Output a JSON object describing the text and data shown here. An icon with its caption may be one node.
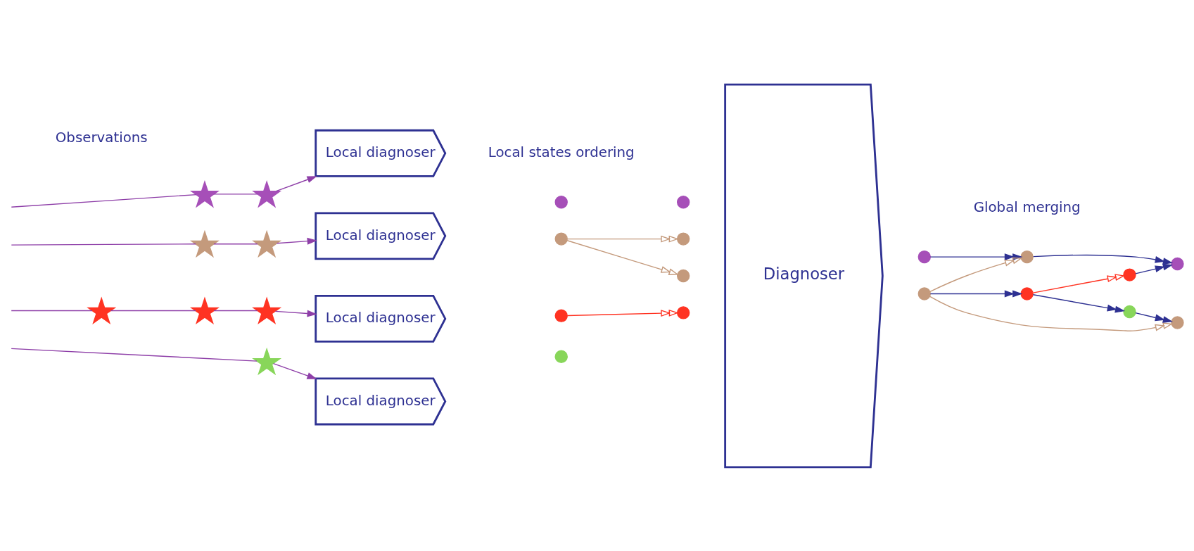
{
  "diagram": {
    "nodes": [
      {
        "text": [
          "Local diagnoser"
        ]
      },
      {
        "text": [
          "Local diagnoser"
        ]
      },
      {
        "text": [
          "Local diagnoser"
        ]
      },
      {
        "text": [
          "Local diagnoser"
        ]
      },
      {
        "text": [
          "Diagnoser"
        ]
      },
      {
        "text": [],
        "shape": "circle"
      },
      {
        "text": [],
        "shape": "circle"
      },
      {
        "text": [],
        "shape": "circle"
      },
      {
        "text": [],
        "shape": "circle"
      },
      {
        "text": [],
        "shape": "circle"
      },
      {
        "text": [],
        "shape": "circle"
      },
      {
        "text": [],
        "shape": "circle"
      },
      {
        "text": [],
        "shape": "circle"
      },
      {
        "text": [],
        "shape": "circle"
      },
      {
        "text": [],
        "shape": "circle"
      },
      {
        "text": [],
        "shape": "circle"
      },
      {
        "text": [],
        "shape": "circle"
      },
      {
        "text": [],
        "shape": "circle"
      },
      {
        "text": [],
        "shape": "circle"
      },
      {
        "text": [],
        "shape": "circle"
      },
      {
        "text": [],
        "shape": "circle"
      },
      {
        "text": [],
        "shape": "star"
      },
      {
        "text": [],
        "shape": "star"
      },
      {
        "text": [],
        "shape": "star"
      },
      {
        "text": [],
        "shape": "star"
      },
      {
        "text": [],
        "shape": "star"
      },
      {
        "text": [],
        "shape": "star"
      },
      {
        "text": [],
        "shape": "star"
      },
      {
        "text": [],
        "shape": "star"
      }
    ],
    "edges": [
      {
        "from": null,
        "to": 21,
        "arrow": "none"
      },
      {
        "from": 21,
        "to": 22,
        "arrow": "none"
      },
      {
        "from": 22,
        "to": 0,
        "arrow": "to"
      },
      {
        "from": null,
        "to": 23,
        "arrow": "none"
      },
      {
        "from": 23,
        "to": 24,
        "arrow": "none"
      },
      {
        "from": 24,
        "to": 1,
        "arrow": "to"
      },
      {
        "from": null,
        "to": 25,
        "arrow": "none"
      },
      {
        "from": 25,
        "to": 26,
        "arrow": "none"
      },
      {
        "from": 26,
        "to": 27,
        "arrow": "none"
      },
      {
        "from": 27,
        "to": 2,
        "arrow": "to"
      },
      {
        "from": null,
        "to": 28,
        "arrow": "none"
      },
      {
        "from": 28,
        "to": 3,
        "arrow": "to"
      },
      {
        "from": 7,
        "to": 8,
        "arrow": "to",
        "color": "#c49a7c"
      },
      {
        "from": 7,
        "to": 9,
        "arrow": "to",
        "color": "#c49a7c"
      },
      {
        "from": 10,
        "to": 11,
        "arrow": "to",
        "color": "#ff3322"
      },
      {
        "from": 13,
        "to": 14,
        "arrow": "to",
        "color": "#2e3192"
      },
      {
        "from": 15,
        "to": 14,
        "arrow": "to",
        "color": "#c49a7c"
      },
      {
        "from": 14,
        "to": 16,
        "arrow": "to",
        "color": "#2e3192"
      },
      {
        "from": 15,
        "to": 17,
        "arrow": "to",
        "color": "#2e3192"
      },
      {
        "from": 17,
        "to": 18,
        "arrow": "to",
        "color": "#ff3322"
      },
      {
        "from": 18,
        "to": 16,
        "arrow": "to",
        "color": "#2e3192"
      },
      {
        "from": 17,
        "to": 19,
        "arrow": "to",
        "color": "#2e3192"
      },
      {
        "from": 19,
        "to": 20,
        "arrow": "to",
        "color": "#2e3192"
      },
      {
        "from": 15,
        "to": 20,
        "arrow": "to",
        "color": "#c49a7c"
      }
    ],
    "labels": [
      "Observations",
      "Local states ordering",
      "Global merging"
    ]
  }
}
